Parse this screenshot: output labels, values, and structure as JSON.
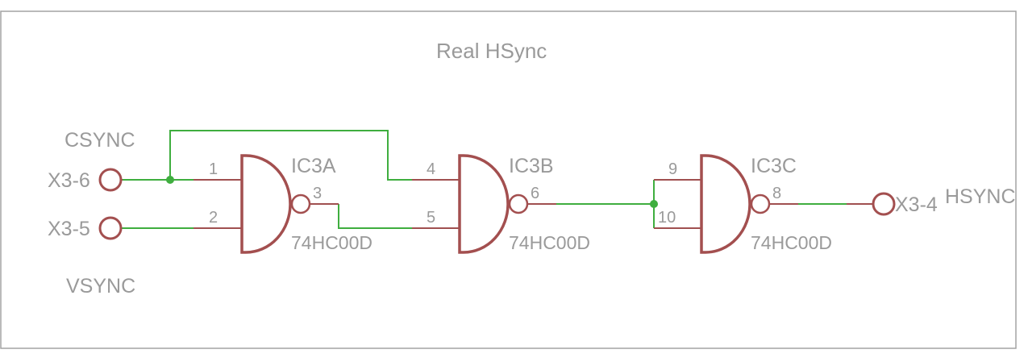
{
  "diagram": {
    "title": "Real HSync",
    "net_labels": {
      "csync": "CSYNC",
      "vsync": "VSYNC",
      "hsync": "HSYNC"
    },
    "connectors": {
      "x3_6": "X3-6",
      "x3_5": "X3-5",
      "x3_4": "X3-4"
    },
    "gates": [
      {
        "ref": "IC3A",
        "value": "74HC00D",
        "in_a": "1",
        "in_b": "2",
        "out": "3"
      },
      {
        "ref": "IC3B",
        "value": "74HC00D",
        "in_a": "4",
        "in_b": "5",
        "out": "6"
      },
      {
        "ref": "IC3C",
        "value": "74HC00D",
        "in_a": "9",
        "in_b": "10",
        "out": "8"
      }
    ],
    "colors": {
      "wire": "#3fae3f",
      "symbol": "#a34f4f",
      "text": "#9a9a9a",
      "frame": "#a3a3a3"
    }
  }
}
